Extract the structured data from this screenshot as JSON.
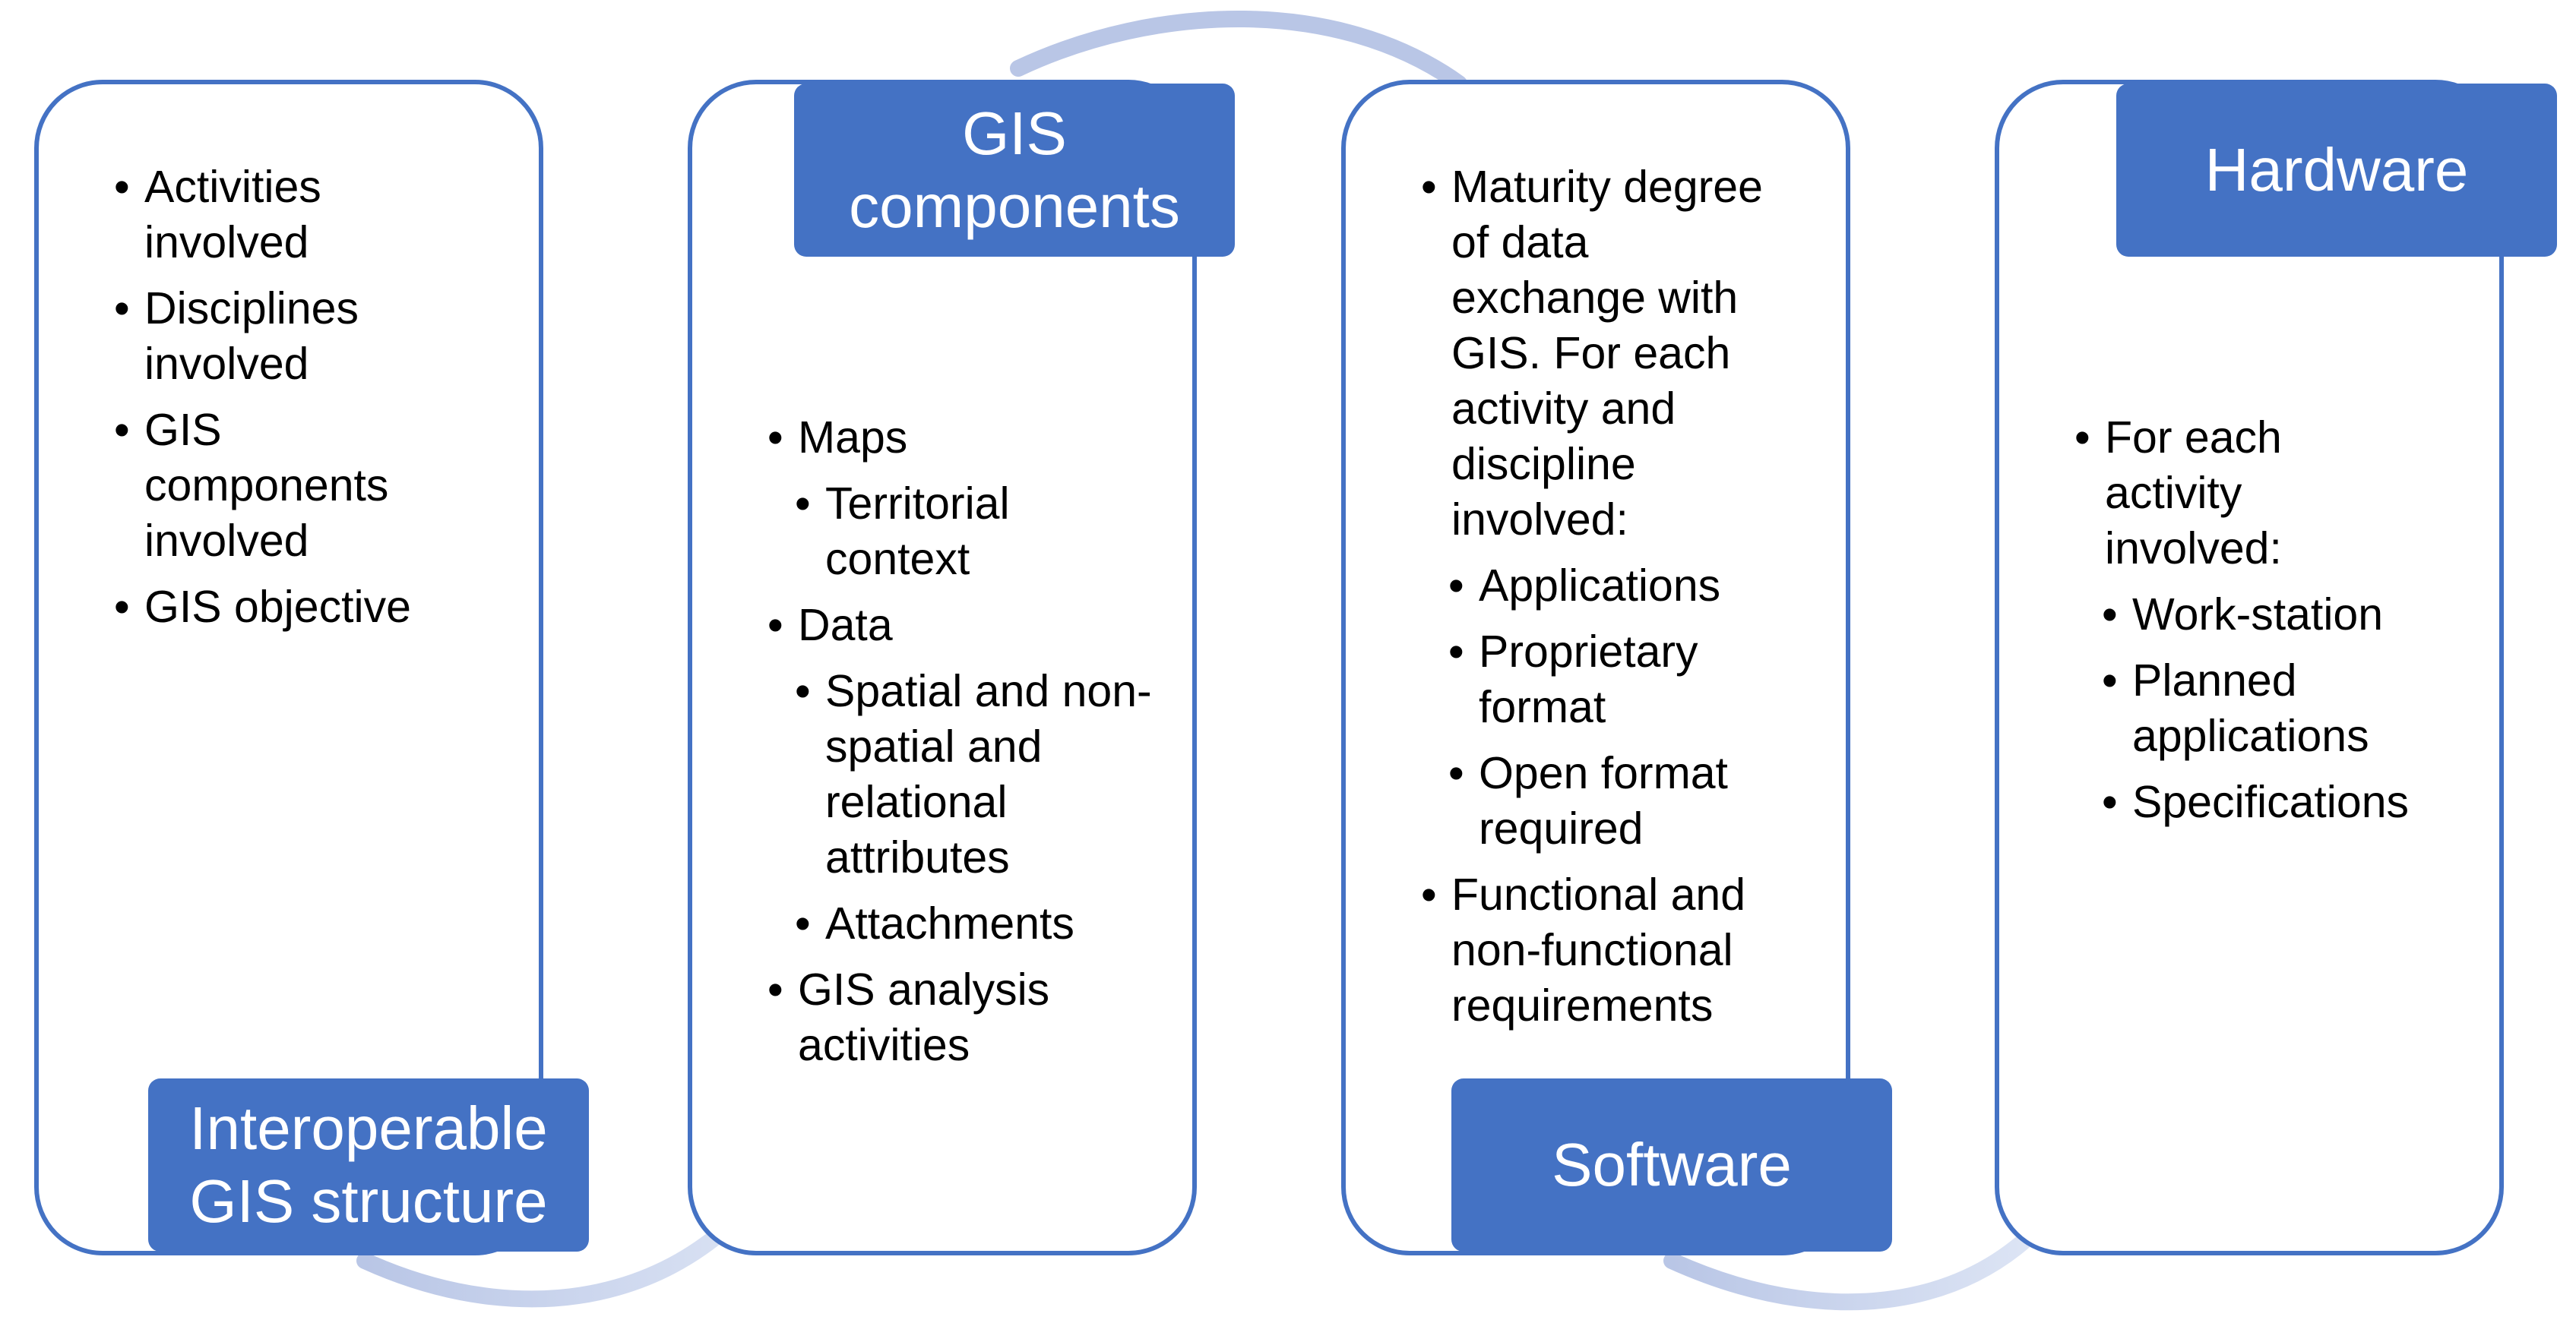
{
  "colors": {
    "card_border": "#4472c4",
    "header_fill": "#4472c4",
    "header_text": "#ffffff",
    "arrow": "#c3cde7"
  },
  "columns": [
    {
      "title": "Interoperable\nGIS structure",
      "items": [
        {
          "text": "Activities involved",
          "level": 1
        },
        {
          "text": "Disciplines involved",
          "level": 1
        },
        {
          "text": "GIS components involved",
          "level": 1
        },
        {
          "text": "GIS objective",
          "level": 1
        }
      ]
    },
    {
      "title": "GIS\ncomponents",
      "items": [
        {
          "text": "Maps",
          "level": 1
        },
        {
          "text": "Territorial context",
          "level": 2
        },
        {
          "text": "Data",
          "level": 1
        },
        {
          "text": "Spatial and non-spatial and relational attributes",
          "level": 2
        },
        {
          "text": "Attachments",
          "level": 2
        },
        {
          "text": "GIS analysis activities",
          "level": 1
        }
      ]
    },
    {
      "title": "Software",
      "items": [
        {
          "text": "Maturity degree of data exchange with GIS. For each activity and discipline involved:",
          "level": 1
        },
        {
          "text": "Applications",
          "level": 2
        },
        {
          "text": "Proprietary format",
          "level": 2
        },
        {
          "text": "Open format required",
          "level": 2
        },
        {
          "text": "Functional and non-functional requirements",
          "level": 1
        }
      ]
    },
    {
      "title": "Hardware",
      "items": [
        {
          "text": "For each activity involved:",
          "level": 1
        },
        {
          "text": "Work-station",
          "level": 2
        },
        {
          "text": "Planned applications",
          "level": 2
        },
        {
          "text": "Specifications",
          "level": 2
        }
      ]
    }
  ]
}
